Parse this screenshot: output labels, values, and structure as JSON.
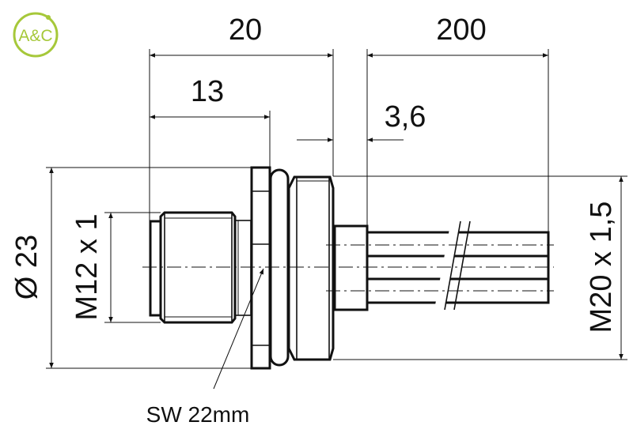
{
  "logo": {
    "text": "A&C",
    "color": "#a6c83a"
  },
  "dimensions": {
    "overall_length": "20",
    "cable_length": "200",
    "thread_length": "13",
    "gap": "3,6",
    "diameter": "Ø 23",
    "thread_front": "M12 x 1",
    "thread_rear": "M20 x 1,5",
    "wrench_size": "SW 22mm"
  }
}
